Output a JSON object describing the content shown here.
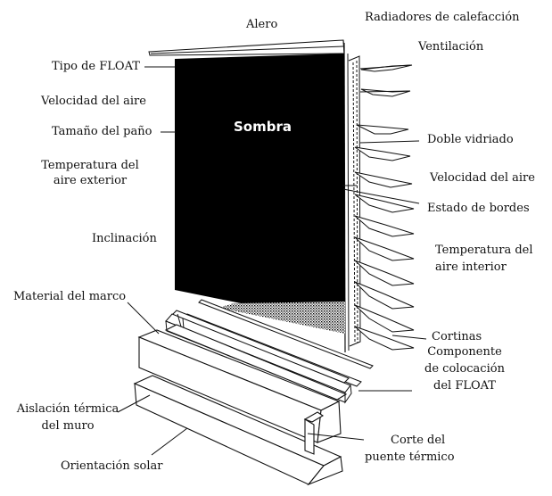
{
  "colors": {
    "ink": "#111111",
    "glass": "#000000",
    "background": "#ffffff"
  },
  "labels": {
    "alero": "Alero",
    "radiadores": "Radiadores de calefacción",
    "ventilacion": "Ventilación",
    "tipo_float": "Tipo de FLOAT",
    "velocidad_aire_left": "Velocidad del aire",
    "tamano_pano": "Tamaño del paño",
    "sombra": "Sombra",
    "doble_vidriado": "Doble vidriado",
    "temp_exterior_1": "Temperatura del",
    "temp_exterior_2": "aire exterior",
    "velocidad_aire_right": "Velocidad del aire",
    "estado_bordes": "Estado de bordes",
    "inclinacion": "Inclinación",
    "temp_interior_1": "Temperatura del",
    "temp_interior_2": "aire interior",
    "material_marco": "Material del marco",
    "cortinas": "Cortinas",
    "componente_1": "Componente",
    "componente_2": "de colocación",
    "componente_3": "del FLOAT",
    "aislacion_1": "Aislación térmica",
    "aislacion_2": "del muro",
    "corte_1": "Corte del",
    "corte_2": "puente térmico",
    "orientacion": "Orientación solar"
  }
}
